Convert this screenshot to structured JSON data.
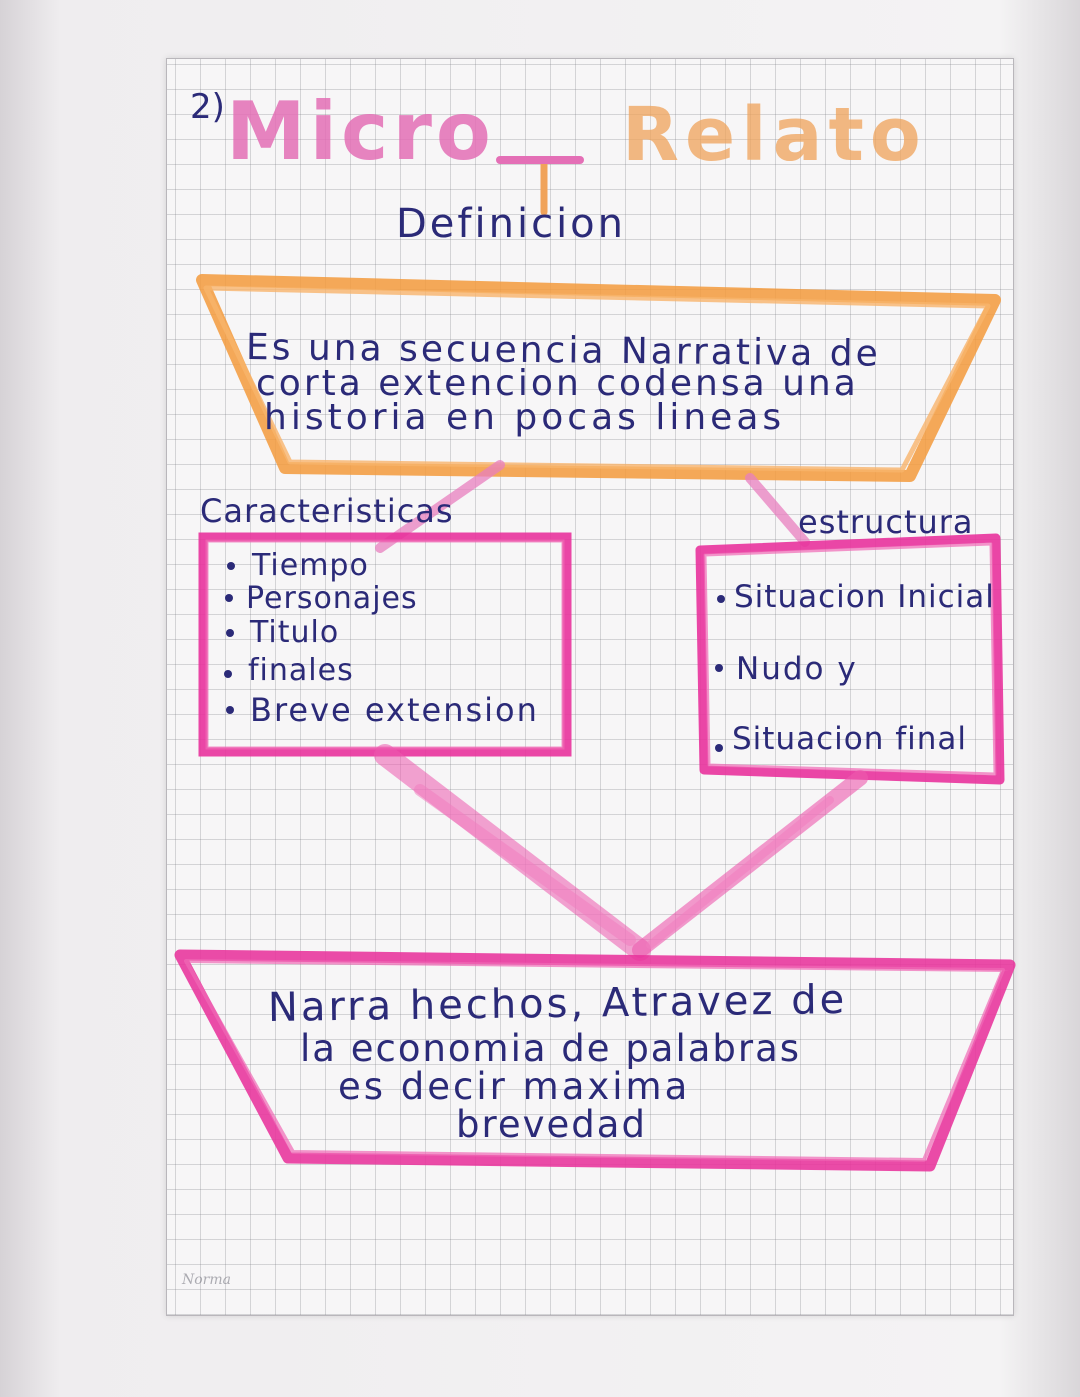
{
  "question_number": "2)",
  "title_part1": "Micro",
  "title_separator": "-",
  "title_part2": "Relato",
  "subtitle": "Definicion",
  "definition": {
    "line1": "Es una secuencia Narrativa de",
    "line2": "corta extencion codensa una",
    "line3": "historia en pocas lineas"
  },
  "characteristics": {
    "heading": "Caracteristicas",
    "items": [
      "Tiempo",
      "Personajes",
      "Titulo",
      "finales",
      "Breve extension"
    ]
  },
  "structure": {
    "heading": "estructura",
    "items": [
      "Situacion Inicial",
      "Nudo y",
      "Situacion final"
    ]
  },
  "conclusion": {
    "line1": "Narra hechos, Atravez de",
    "line2": "la economia de palabras",
    "line3": "es decir maxima",
    "line4": "brevedad"
  },
  "notebook_brand": "Norma",
  "colors": {
    "ink": "#2b2a78",
    "pink": "#e8339c",
    "orange": "#f39a3c",
    "title_pink": "#e46fb6",
    "title_orange": "#f0a35a"
  }
}
